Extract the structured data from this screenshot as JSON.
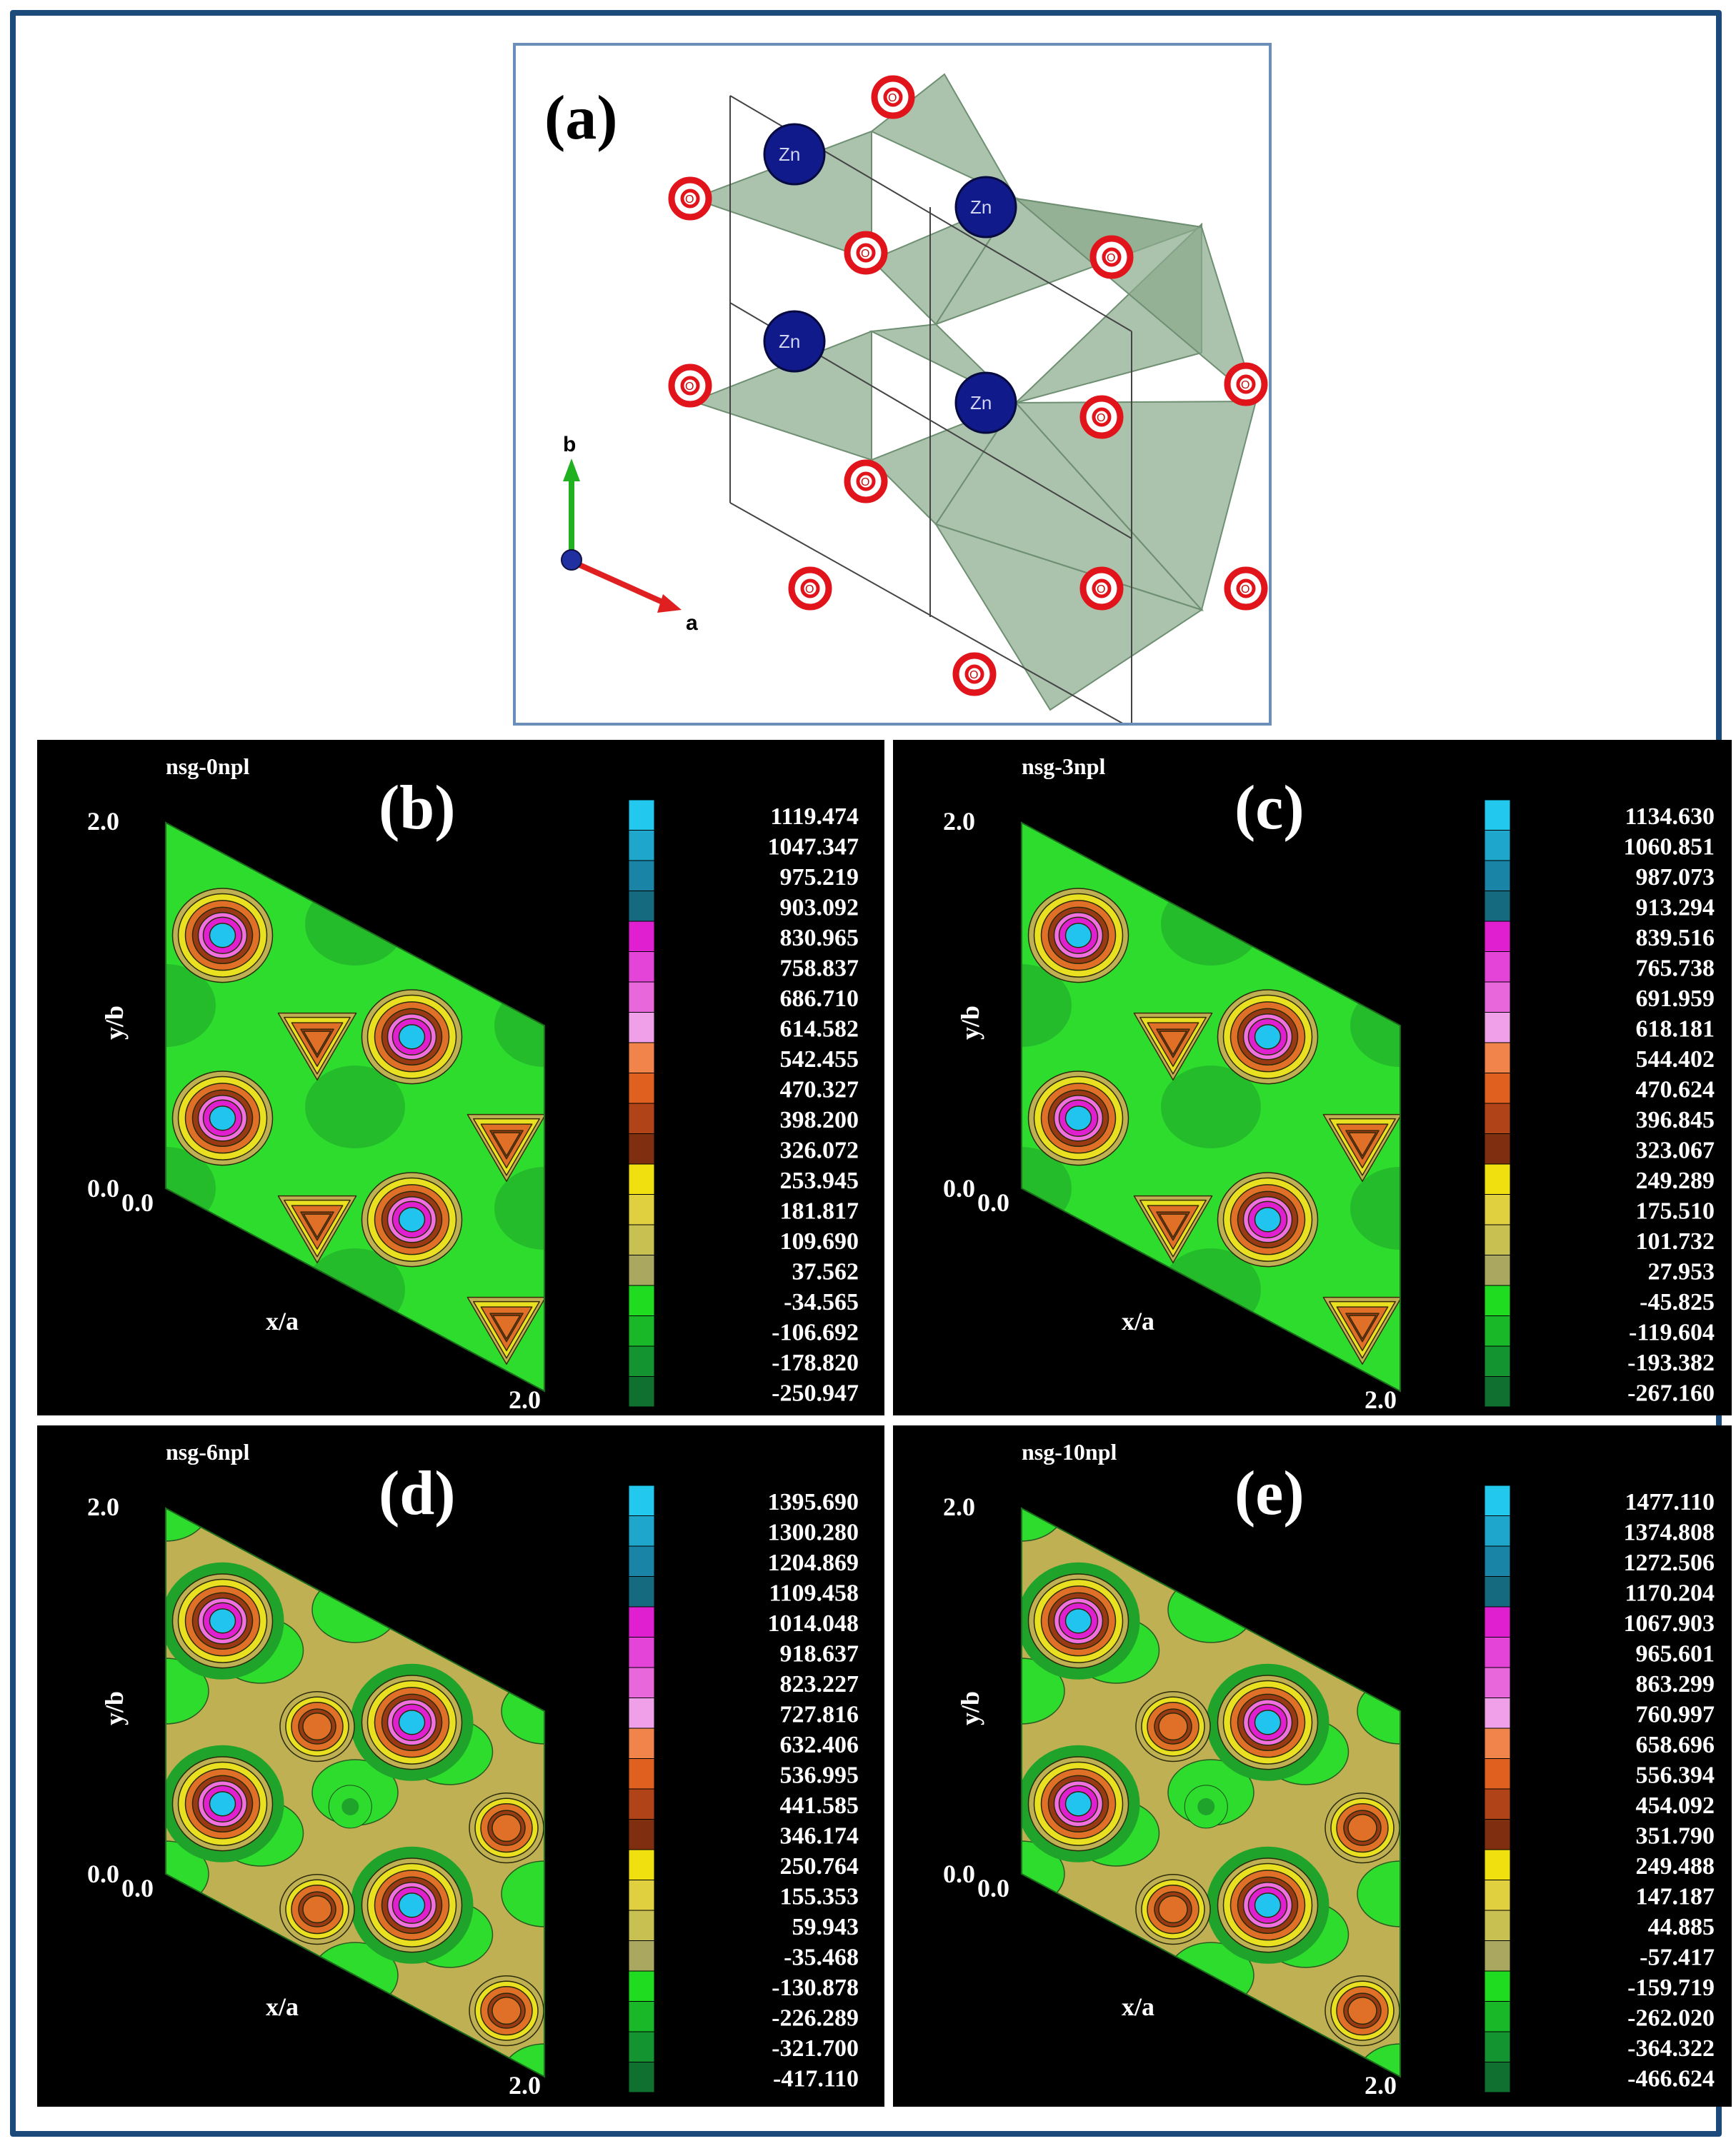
{
  "structure": {
    "label": "(a)",
    "atoms": {
      "zn": "Zn",
      "o": "O"
    },
    "axes": {
      "a": "a",
      "b": "b"
    },
    "colors": {
      "zn": "#101a8a",
      "o": "#e0141a",
      "polyhedra": "#8aaa8e",
      "axis_a": "#e02020",
      "axis_b": "#20b020",
      "axis_c": "#2030a0"
    }
  },
  "panels": [
    {
      "label": "(b)",
      "name": "nsg-0npl",
      "y_axis": "y/b",
      "x_axis": "x/a",
      "ticks": {
        "top": "2.0",
        "origin_y": "0.0",
        "origin_x": "0.0",
        "right": "2.0"
      },
      "scale": [
        "1119.474",
        "1047.347",
        "975.219",
        "903.092",
        "830.965",
        "758.837",
        "686.710",
        "614.582",
        "542.455",
        "470.327",
        "398.200",
        "326.072",
        "253.945",
        "181.817",
        "109.690",
        "37.562",
        "-34.565",
        "-106.692",
        "-178.820",
        "-250.947"
      ]
    },
    {
      "label": "(c)",
      "name": "nsg-3npl",
      "y_axis": "y/b",
      "x_axis": "x/a",
      "ticks": {
        "top": "2.0",
        "origin_y": "0.0",
        "origin_x": "0.0",
        "right": "2.0"
      },
      "scale": [
        "1134.630",
        "1060.851",
        "987.073",
        "913.294",
        "839.516",
        "765.738",
        "691.959",
        "618.181",
        "544.402",
        "470.624",
        "396.845",
        "323.067",
        "249.289",
        "175.510",
        "101.732",
        "27.953",
        "-45.825",
        "-119.604",
        "-193.382",
        "-267.160"
      ]
    },
    {
      "label": "(d)",
      "name": "nsg-6npl",
      "y_axis": "y/b",
      "x_axis": "x/a",
      "ticks": {
        "top": "2.0",
        "origin_y": "0.0",
        "origin_x": "0.0",
        "right": "2.0"
      },
      "scale": [
        "1395.690",
        "1300.280",
        "1204.869",
        "1109.458",
        "1014.048",
        "918.637",
        "823.227",
        "727.816",
        "632.406",
        "536.995",
        "441.585",
        "346.174",
        "250.764",
        "155.353",
        "59.943",
        "-35.468",
        "-130.878",
        "-226.289",
        "-321.700",
        "-417.110"
      ]
    },
    {
      "label": "(e)",
      "name": "nsg-10npl",
      "y_axis": "y/b",
      "x_axis": "x/a",
      "ticks": {
        "top": "2.0",
        "origin_y": "0.0",
        "origin_x": "0.0",
        "right": "2.0"
      },
      "scale": [
        "1477.110",
        "1374.808",
        "1272.506",
        "1170.204",
        "1067.903",
        "965.601",
        "863.299",
        "760.997",
        "658.696",
        "556.394",
        "454.092",
        "351.790",
        "249.488",
        "147.187",
        "44.885",
        "-57.417",
        "-159.719",
        "-262.020",
        "-364.322",
        "-466.624"
      ]
    }
  ],
  "colorbar_colors": [
    "#22c8ee",
    "#1ea6cc",
    "#1a84a6",
    "#166a80",
    "#e020d0",
    "#e444d8",
    "#e868dc",
    "#f0a0e8",
    "#f0844a",
    "#e06020",
    "#b04418",
    "#802e10",
    "#f0e010",
    "#e0d040",
    "#c8c050",
    "#aaa860",
    "#20dc20",
    "#18b828",
    "#149430",
    "#107030"
  ],
  "heatmap_colors": {
    "green": "#2edc2e",
    "dark_green": "#1fa32a",
    "olive": "#c0b054",
    "yellow": "#e8e020",
    "orange": "#e07028",
    "brown": "#9a3a14",
    "pink": "#f070e0",
    "magenta": "#e020d0",
    "cyan": "#20c4ee"
  }
}
